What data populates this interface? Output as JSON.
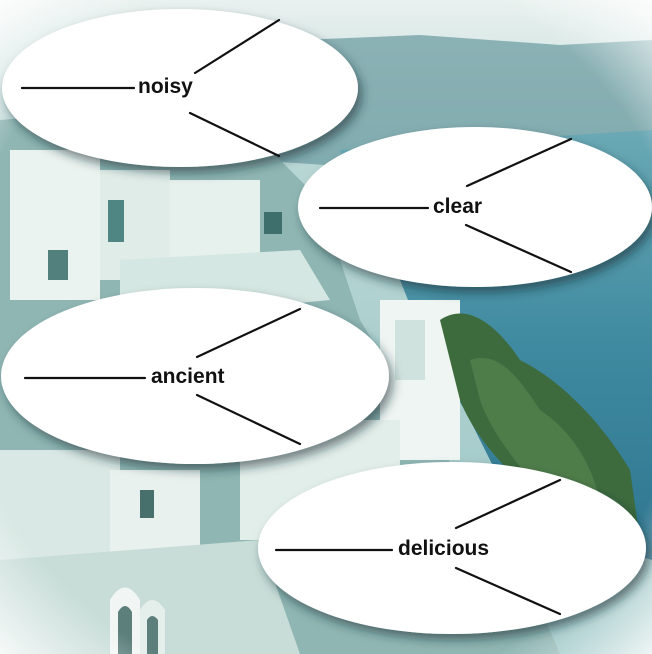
{
  "scene": {
    "description_icon": "santorini-village-photo",
    "colors": {
      "sea": "#3f8aa0",
      "sky": "#bfdad8",
      "wall": "#e9f2ee",
      "shadow": "#9fc0bb",
      "foliage": "#3d6b3e",
      "bubble": "#ffffff"
    }
  },
  "bubbles": [
    {
      "word": "noisy"
    },
    {
      "word": "clear"
    },
    {
      "word": "ancient"
    },
    {
      "word": "delicious"
    }
  ]
}
